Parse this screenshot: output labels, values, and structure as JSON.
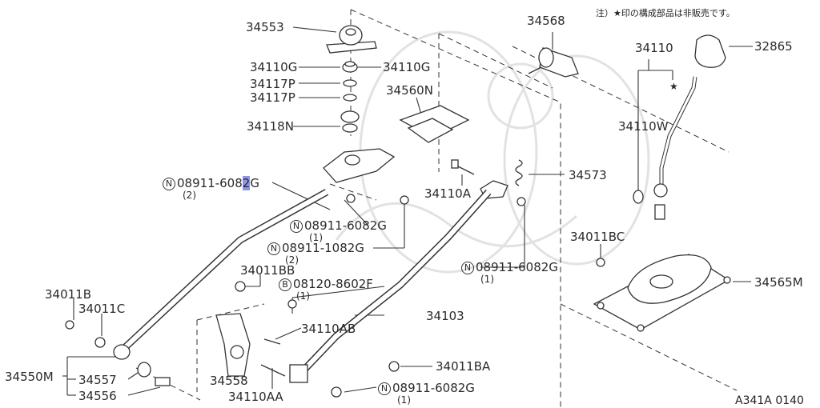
{
  "note": "注）★印の構成部品は非販売です。",
  "footer_code": "A341A 0140",
  "highlight_color": "#8e95e6",
  "star": "★",
  "parts": {
    "p34553": "34553",
    "p34568": "34568",
    "p34110G_l": "34110G",
    "p34110G_r": "34110G",
    "p34117P_a": "34117P",
    "p34117P_b": "34117P",
    "p34560N": "34560N",
    "p34118N": "34118N",
    "p34573": "34573",
    "p34110A": "34110A",
    "p34110": "34110",
    "p32865": "32865",
    "p34110W": "34110W",
    "p34011BC": "34011BC",
    "p34565M": "34565M",
    "p34011BB": "34011BB",
    "p34011B": "34011B",
    "p34011C": "34011C",
    "p34103": "34103",
    "p34110AB": "34110AB",
    "p34558": "34558",
    "p34110AA": "34110AA",
    "p34011BA": "34011BA",
    "p34550M": "34550M",
    "p34557": "34557",
    "p34556": "34556"
  },
  "std_parts": [
    {
      "mark": "N",
      "pre": "08911-608",
      "hl": "2",
      "post": "G",
      "qty": "(2)"
    },
    {
      "mark": "N",
      "pre": "08911-6082G",
      "hl": "",
      "post": "",
      "qty": "(1)"
    },
    {
      "mark": "N",
      "pre": "08911-1082G",
      "hl": "",
      "post": "",
      "qty": "(2)"
    },
    {
      "mark": "B",
      "pre": "08120-8602F",
      "hl": "",
      "post": "",
      "qty": "(1)"
    },
    {
      "mark": "N",
      "pre": "08911-6082G",
      "hl": "",
      "post": "",
      "qty": "(1)"
    },
    {
      "mark": "N",
      "pre": "08911-6082G",
      "hl": "",
      "post": "",
      "qty": "(1)"
    }
  ]
}
